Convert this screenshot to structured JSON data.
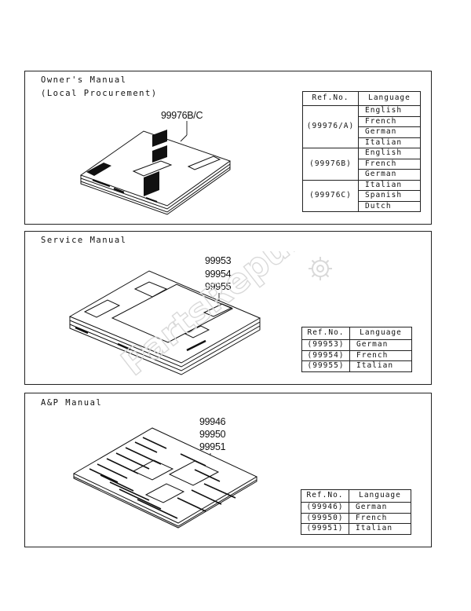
{
  "panels": [
    {
      "title_lines": [
        "Owner's Manual",
        "(Local Procurement)"
      ],
      "refs": [
        "99976B/C"
      ],
      "table": {
        "headers": [
          "Ref.No.",
          "Language"
        ],
        "groups": [
          {
            "ref": "(99976/A)",
            "languages": [
              "English",
              "French",
              "German",
              "Italian"
            ]
          },
          {
            "ref": "(99976B)",
            "languages": [
              "English",
              "French",
              "German"
            ]
          },
          {
            "ref": "(99976C)",
            "languages": [
              "Italian",
              "Spanish",
              "Dutch"
            ]
          }
        ]
      }
    },
    {
      "title_lines": [
        "Service Manual"
      ],
      "refs": [
        "99953",
        "99954",
        "99955"
      ],
      "table": {
        "headers": [
          "Ref.No.",
          "Language"
        ],
        "rows": [
          [
            "(99953)",
            "German"
          ],
          [
            "(99954)",
            "French"
          ],
          [
            "(99955)",
            "Italian"
          ]
        ]
      }
    },
    {
      "title_lines": [
        "A&P Manual"
      ],
      "refs": [
        "99946",
        "99950",
        "99951"
      ],
      "table": {
        "headers": [
          "Ref.No.",
          "Language"
        ],
        "rows": [
          [
            "(99946)",
            "German"
          ],
          [
            "(99950)",
            "French"
          ],
          [
            "(99951)",
            "Italian"
          ]
        ]
      }
    }
  ],
  "watermark": {
    "text": "PartsRepublik",
    "color": "#d9d9d9"
  }
}
